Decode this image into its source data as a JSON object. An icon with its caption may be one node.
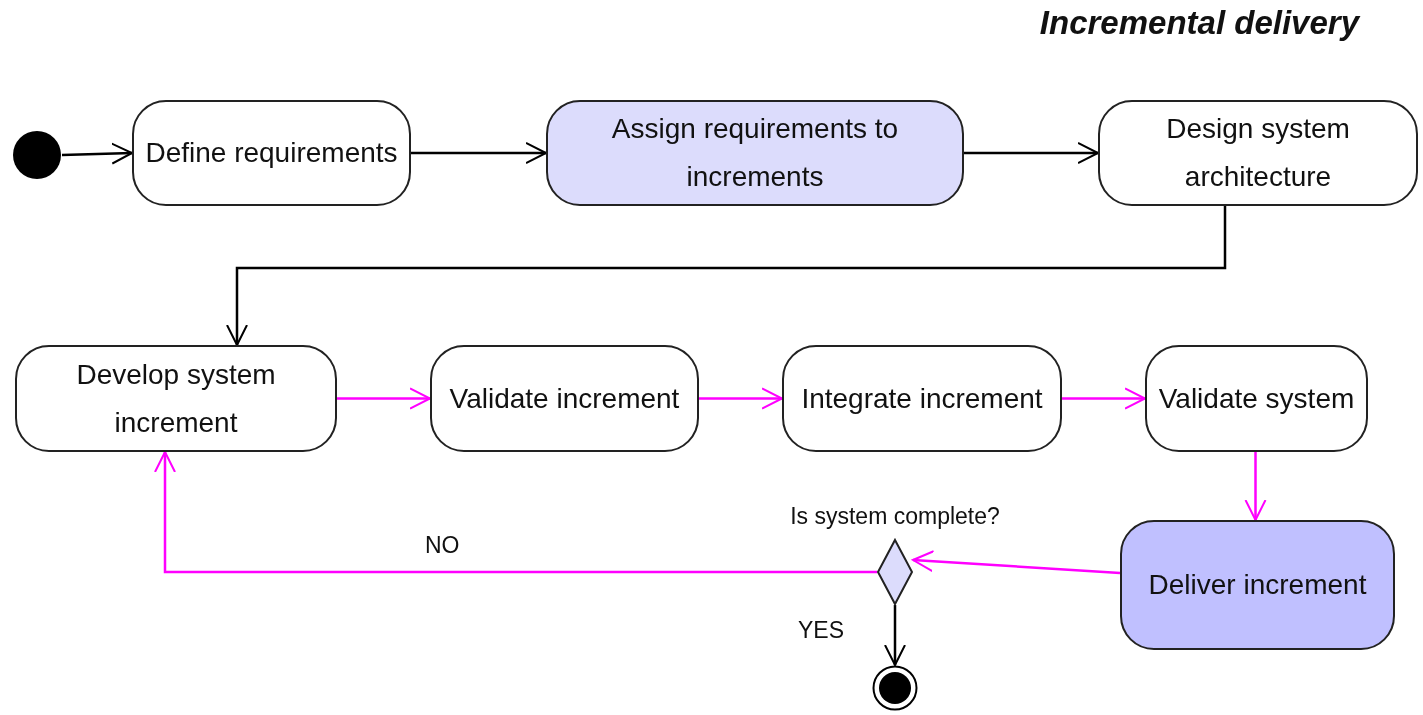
{
  "diagram": {
    "title": "Incremental delivery",
    "nodes": [
      {
        "text": [],
        "shape": "circle"
      },
      {
        "text": [
          "Define requirements"
        ]
      },
      {
        "text": [
          "Assign requirements to increments"
        ]
      },
      {
        "text": [
          "Design system architecture"
        ]
      },
      {
        "text": [
          "Develop system increment"
        ]
      },
      {
        "text": [
          "Validate increment"
        ]
      },
      {
        "text": [
          "Integrate increment"
        ]
      },
      {
        "text": [
          "Validate system"
        ]
      },
      {
        "text": [
          "Deliver increment"
        ]
      },
      {
        "text": [],
        "shape": "diamond",
        "beside": [
          "Is system complete?"
        ]
      },
      {
        "text": [],
        "shape": "circle"
      }
    ],
    "edges": [
      {
        "from": 0,
        "to": 1,
        "arrow": "to",
        "color": "#000000"
      },
      {
        "from": 1,
        "to": 2,
        "arrow": "to",
        "color": "#000000"
      },
      {
        "from": 2,
        "to": 3,
        "arrow": "to",
        "color": "#000000"
      },
      {
        "from": 3,
        "to": 4,
        "arrow": "to",
        "color": "#000000"
      },
      {
        "from": 4,
        "to": 5,
        "arrow": "to"
      },
      {
        "from": 5,
        "to": 6,
        "arrow": "to"
      },
      {
        "from": 6,
        "to": 7,
        "arrow": "to"
      },
      {
        "from": 7,
        "to": 8,
        "arrow": "to"
      },
      {
        "from": 8,
        "to": 9,
        "arrow": "to"
      },
      {
        "from": 9,
        "to": 4,
        "arrow": "to",
        "label": "NO"
      },
      {
        "from": 9,
        "to": 10,
        "arrow": "to",
        "label": "YES",
        "color": "#000000"
      }
    ]
  }
}
